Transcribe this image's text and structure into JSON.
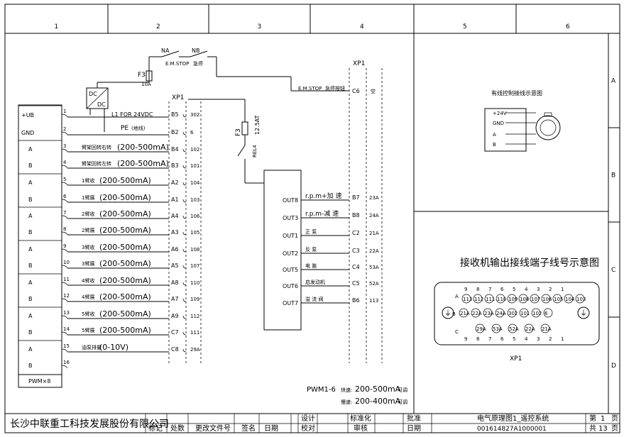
{
  "columns": [
    "1",
    "2",
    "3",
    "4",
    "5",
    "6"
  ],
  "rows": [
    "A",
    "B",
    "C",
    "D"
  ],
  "left_terminal": {
    "labels": [
      "+UB",
      "GND",
      "A",
      "B",
      "A",
      "B",
      "A",
      "B",
      "A",
      "B",
      "A",
      "B",
      "A",
      "B",
      "A",
      "B"
    ],
    "numbers": [
      "1",
      "2",
      "3",
      "4",
      "5",
      "6",
      "7",
      "8",
      "9",
      "10",
      "11",
      "12",
      "13",
      "14",
      "15",
      "16"
    ],
    "footer": "PWM×8"
  },
  "power": {
    "dcdc_top": "DC",
    "dcdc_bottom": "DC",
    "l1_label": "L1 FOR 24VDC",
    "pe_label": "PE",
    "pe_note": "(地线)",
    "fuse_top_name": "F3",
    "fuse_top_rating": "10A",
    "fuse_mid_name": "F3",
    "fuse_mid_rating": "12.5AT",
    "rel_label": "REL4",
    "na_label": "NA",
    "nb_label": "NB",
    "estop_left": "E.M.STOP",
    "estop_left_note": "急停",
    "estop_right": "E.M.STOP",
    "estop_right_note": "急停按钮",
    "c6_pin": "C6",
    "c6_note": "空"
  },
  "xp1_left": {
    "title": "XP1",
    "pins": [
      "B5",
      "B2",
      "B4",
      "B3",
      "A2",
      "A1",
      "A4",
      "A3",
      "A6",
      "A5",
      "A8",
      "A7",
      "A9",
      "C7",
      "C8"
    ],
    "wires": [
      "302",
      "6",
      "102",
      "101",
      "104",
      "103",
      "106",
      "105",
      "108",
      "107",
      "110",
      "109",
      "112",
      "111",
      "29A"
    ]
  },
  "signals": [
    {
      "name": "臂架回转右转",
      "range": "(200-500mA)"
    },
    {
      "name": "臂架回转左转",
      "range": "(200-500mA)"
    },
    {
      "name": "1臂收",
      "range": "(200-500mA)"
    },
    {
      "name": "1臂展",
      "range": "(200-500mA)"
    },
    {
      "name": "2臂收",
      "range": "(200-500mA)"
    },
    {
      "name": "2臂展",
      "range": "(200-500mA)"
    },
    {
      "name": "3臂收",
      "range": "(200-500mA)"
    },
    {
      "name": "3臂展",
      "range": "(200-500mA)"
    },
    {
      "name": "4臂收",
      "range": "(200-500mA)"
    },
    {
      "name": "4臂展",
      "range": "(200-500mA)"
    },
    {
      "name": "5臂收",
      "range": "(200-500mA)"
    },
    {
      "name": "5臂展",
      "range": "(200-500mA)"
    },
    {
      "name": "油泵排量",
      "range": "(0-10V)"
    }
  ],
  "receiver_outputs": [
    {
      "out": "OUT8",
      "func": "r.p.m+加 速",
      "pin": "B7",
      "wire": "23A"
    },
    {
      "out": "OUT3",
      "func": "r.p.m-减 速",
      "pin": "B8",
      "wire": "24A"
    },
    {
      "out": "OUT1",
      "func": "正 泵",
      "pin": "C2",
      "wire": "21A"
    },
    {
      "out": "OUT2",
      "func": "反 泵",
      "pin": "C3",
      "wire": "22A"
    },
    {
      "out": "OUT5",
      "func": "电 笛",
      "pin": "C4",
      "wire": "53A"
    },
    {
      "out": "OUT6",
      "func": "启发动机",
      "pin": "C5",
      "wire": "52A"
    },
    {
      "out": "OUT7",
      "func": "溢 流 阀",
      "pin": "B6",
      "wire": "113"
    }
  ],
  "xp1_right_title": "XP1",
  "pwm_note": {
    "prefix": "PWM1-6",
    "fast_label": "快速:",
    "fast_range": "200-500mA",
    "fast_suffix": "可调",
    "slow_label": "慢速:",
    "slow_range": "200-400mA",
    "slow_suffix": "可调"
  },
  "wired_diagram": {
    "title": "有线控制接线示意图",
    "labels": [
      "+24V",
      "GND",
      "A",
      "B"
    ]
  },
  "connector_diagram": {
    "title": "接收机输出接线端子线号示意图",
    "caption": "XP1",
    "row_a_label": "A",
    "row_b_label": "B",
    "row_c_label": "C",
    "row_a_numbers": [
      "9",
      "8",
      "7",
      "6",
      "5",
      "4",
      "3",
      "2",
      "1"
    ],
    "row_b_cells": [
      "113",
      "112",
      "111",
      "110",
      "109",
      "108",
      "107",
      "106",
      "105",
      "104",
      "103"
    ],
    "row_c_cells": [
      "21A",
      "22A",
      "23A",
      "24A",
      "302",
      "101",
      "102",
      "6"
    ],
    "row_d_cells": [
      "29A",
      "53A",
      "52A",
      "22A",
      "21A"
    ],
    "row_e_numbers": [
      "9",
      "8",
      "7",
      "6",
      "5",
      "4",
      "3",
      "2",
      "1"
    ]
  },
  "title_block": {
    "company": "长沙中联重工科技发展股份有限公司",
    "marks": [
      "标记",
      "处数",
      "更改文件号",
      "签名",
      "日期"
    ],
    "design": "设计",
    "proof": "校对",
    "standard": "标准化",
    "review": "审核",
    "approve": "批准",
    "date": "日期",
    "drawing_name": "电气原理图1_遥控系统",
    "drawing_no": "001614827A1000001",
    "page_label": "第",
    "page": "1",
    "page_unit": "页",
    "total_label": "共",
    "total": "13",
    "total_unit": "页"
  }
}
